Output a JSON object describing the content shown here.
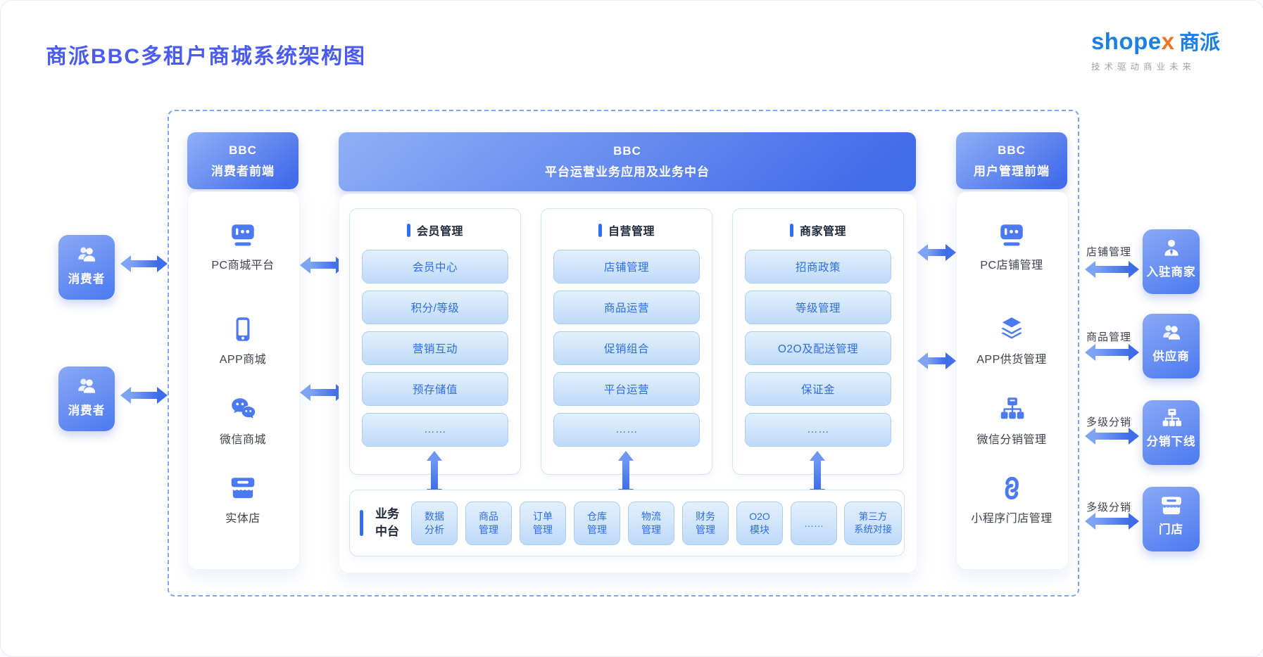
{
  "header": {
    "title": "商派BBC多租户商城系统架构图"
  },
  "logo": {
    "brand": "shope",
    "brand_x": "x",
    "brand_cn": "商派",
    "tagline": "技术驱动商业未来"
  },
  "consumers": [
    {
      "label": "消费者"
    },
    {
      "label": "消费者"
    }
  ],
  "consumer_frontend": {
    "title_line1": "BBC",
    "title_line2": "消费者前端",
    "items": [
      {
        "label": "PC商城平台",
        "icon": "pc-mall-icon"
      },
      {
        "label": "APP商城",
        "icon": "smartphone-icon"
      },
      {
        "label": "微信商城",
        "icon": "wechat-icon"
      },
      {
        "label": "实体店",
        "icon": "storefront-icon"
      }
    ]
  },
  "platform": {
    "title_line1": "BBC",
    "title_line2": "平台运营业务应用及业务中台",
    "cards": [
      {
        "title": "会员管理",
        "items": [
          "会员中心",
          "积分/等级",
          "营销互动",
          "预存储值",
          "……"
        ]
      },
      {
        "title": "自营管理",
        "items": [
          "店铺管理",
          "商品运营",
          "促销组合",
          "平台运营",
          "……"
        ]
      },
      {
        "title": "商家管理",
        "items": [
          "招商政策",
          "等级管理",
          "O2O及配送管理",
          "保证金",
          "……"
        ]
      }
    ],
    "middle_platform": {
      "label_line1": "业务",
      "label_line2": "中台",
      "modules": [
        [
          "数据",
          "分析"
        ],
        [
          "商品",
          "管理"
        ],
        [
          "订单",
          "管理"
        ],
        [
          "仓库",
          "管理"
        ],
        [
          "物流",
          "管理"
        ],
        [
          "财务",
          "管理"
        ],
        [
          "O2O",
          "模块"
        ],
        [
          "……",
          ""
        ],
        [
          "第三方",
          "系统对接"
        ]
      ]
    }
  },
  "user_frontend": {
    "title_line1": "BBC",
    "title_line2": "用户管理前端",
    "items": [
      {
        "label": "PC店铺管理",
        "icon": "pc-mall-icon"
      },
      {
        "label": "APP供货管理",
        "icon": "layers-icon"
      },
      {
        "label": "微信分销管理",
        "icon": "org-chart-icon"
      },
      {
        "label": "小程序门店管理",
        "icon": "miniprogram-icon"
      }
    ]
  },
  "partners": [
    {
      "arrow_label": "店铺管理",
      "label": "入驻商家",
      "icon": "merchant-icon"
    },
    {
      "arrow_label": "商品管理",
      "label": "供应商",
      "icon": "users-icon"
    },
    {
      "arrow_label": "多级分销",
      "label": "分销下线",
      "icon": "org-chart-icon"
    },
    {
      "arrow_label": "多级分销",
      "label": "门店",
      "icon": "storefront-icon"
    }
  ],
  "colors": {
    "title_blue": "#4a5bf2",
    "brand_blue": "#1b80e4",
    "brand_orange": "#f07428",
    "header_gradient_start": "#8fb0f6",
    "header_gradient_end": "#436cea",
    "pill_text": "#2f6de6",
    "arrow_blue": "#4a78ee",
    "dashed_border": "#7da3f2"
  }
}
